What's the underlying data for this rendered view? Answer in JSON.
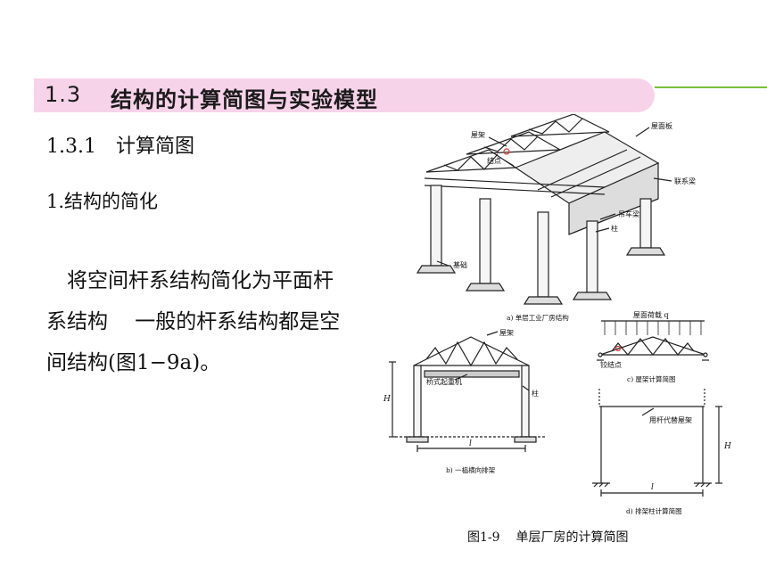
{
  "slide": {
    "section_number": "1.3",
    "section_title": "结构的计算简图与实验模型",
    "subsection_number": "1.3.1",
    "subsection_title": "计算简图",
    "heading": "1.结构的简化",
    "paragraph_lines": [
      "将空间杆系结构简化为平面杆",
      "系结构 　一般的杆系结构都是空",
      "间结构(图1−9a)。"
    ],
    "colors": {
      "title_band": "#f7d3ea",
      "accent_line": "#78c03c"
    }
  },
  "figure": {
    "caption_number": "图1-9",
    "caption_text": "单层厂房的计算简图",
    "labels": {
      "roof_truss": "屋架",
      "hinge_point": "结点",
      "roof_panel": "屋面板",
      "tie_beam": "联系梁",
      "crane_beam": "吊车梁",
      "column": "柱",
      "foundation": "基础",
      "caption_a": "a) 单层工业厂房结构",
      "roof_load": "屋面荷载 q",
      "hinge_joint": "铰结点",
      "caption_c": "c) 屋架计算简图",
      "truss_b": "屋架",
      "bridge_crane": "桥式起重机",
      "column_b": "柱",
      "height_b": "H",
      "span_b": "l",
      "caption_b": "b) 一榀横向排架",
      "rod_replace": "用杆代替屋架",
      "height_d": "H",
      "span_d": "l",
      "caption_d": "d) 排架柱计算简图"
    }
  }
}
